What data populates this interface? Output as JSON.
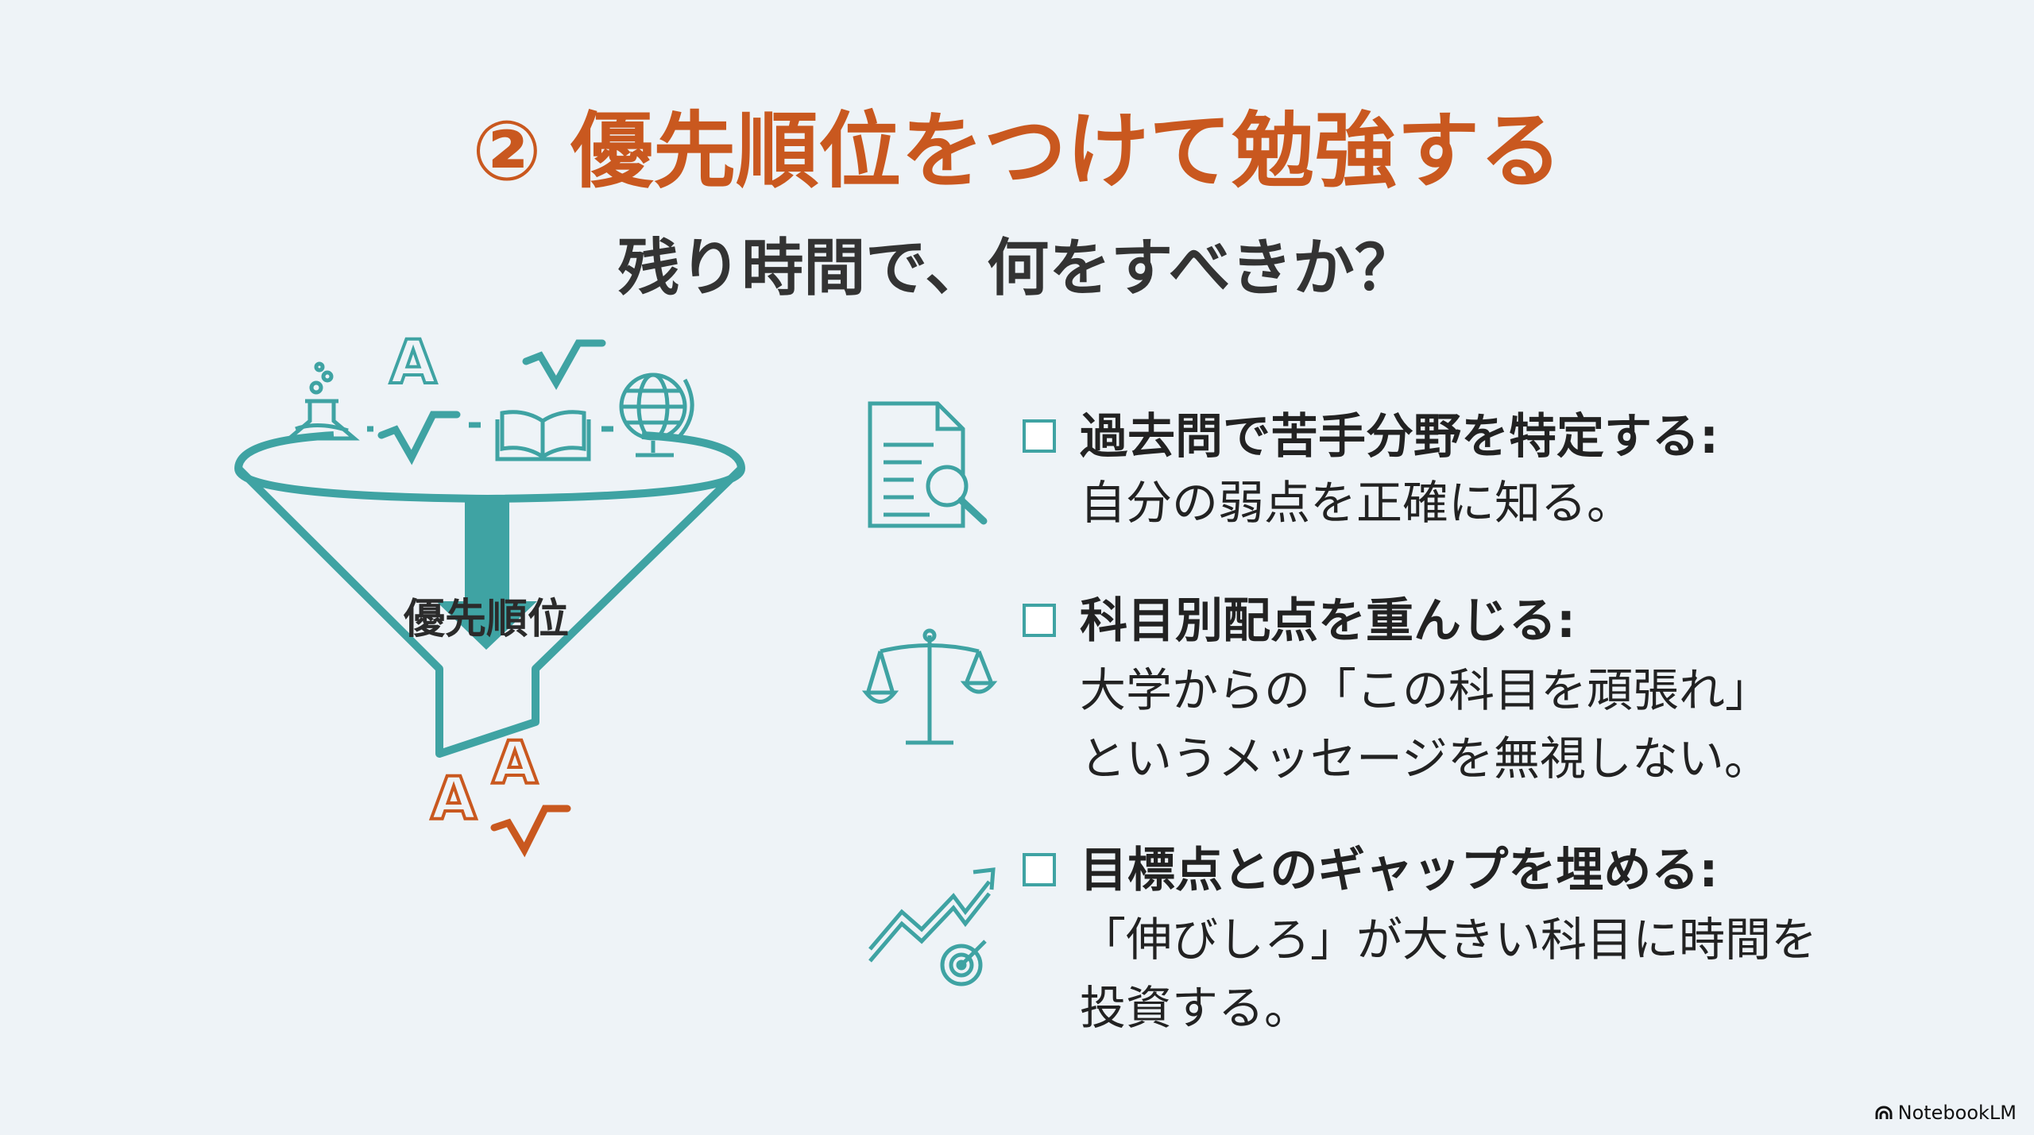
{
  "title": "② 優先順位をつけて勉強する",
  "subtitle": "残り時間で、何をすべきか？",
  "funnel": {
    "label": "優先順位",
    "input_icons": [
      "flask-icon",
      "letter-a-icon",
      "sqrt-icon",
      "sqrt-icon",
      "book-icon",
      "globe-icon"
    ],
    "output_icons": [
      "letter-a-icon",
      "letter-a-icon",
      "sqrt-icon"
    ]
  },
  "items": [
    {
      "icon": "document-search-icon",
      "heading": "過去問で苦手分野を特定する:",
      "lines": [
        "自分の弱点を正確に知る。"
      ]
    },
    {
      "icon": "balance-scale-icon",
      "heading": "科目別配点を重んじる:",
      "lines": [
        "大学からの「この科目を頑張れ」",
        "というメッセージを無視しない。"
      ]
    },
    {
      "icon": "growth-target-icon",
      "heading": "目標点とのギャップを埋める:",
      "lines": [
        "「伸びしろ」が大きい科目に時間を",
        "投資する。"
      ]
    }
  ],
  "brand": "NotebookLM",
  "colors": {
    "accent": "#c9581f",
    "teal": "#3fa3a3",
    "background": "#eef3f7"
  }
}
